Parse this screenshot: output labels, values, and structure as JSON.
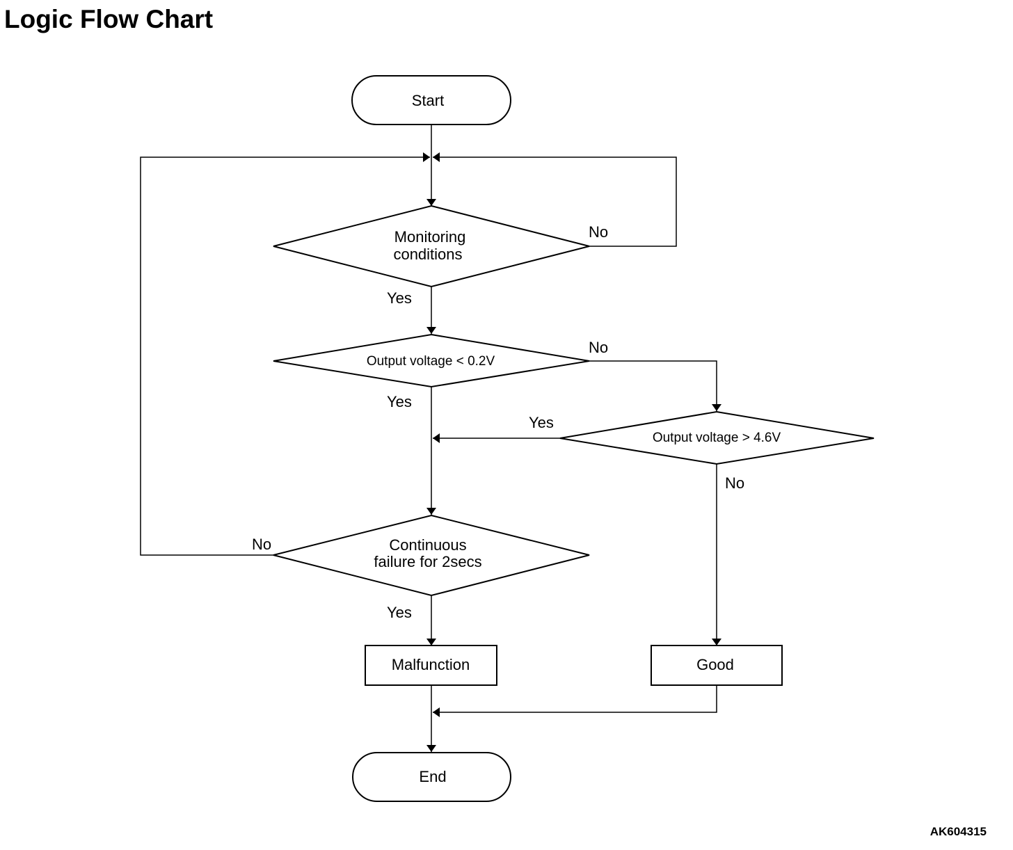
{
  "title": "Logic Flow Chart",
  "figure_code": "AK604315",
  "nodes": {
    "start": "Start",
    "monitoring": [
      "Monitoring",
      "conditions"
    ],
    "voltage_low": "Output voltage < 0.2V",
    "voltage_high": "Output voltage > 4.6V",
    "continuous": [
      "Continuous",
      "failure for 2secs"
    ],
    "malfunction": "Malfunction",
    "good": "Good",
    "end": "End"
  },
  "branches": {
    "monitoring_no": "No",
    "monitoring_yes": "Yes",
    "voltage_low_no": "No",
    "voltage_low_yes": "Yes",
    "voltage_high_yes": "Yes",
    "voltage_high_no": "No",
    "continuous_no": "No",
    "continuous_yes": "Yes"
  }
}
